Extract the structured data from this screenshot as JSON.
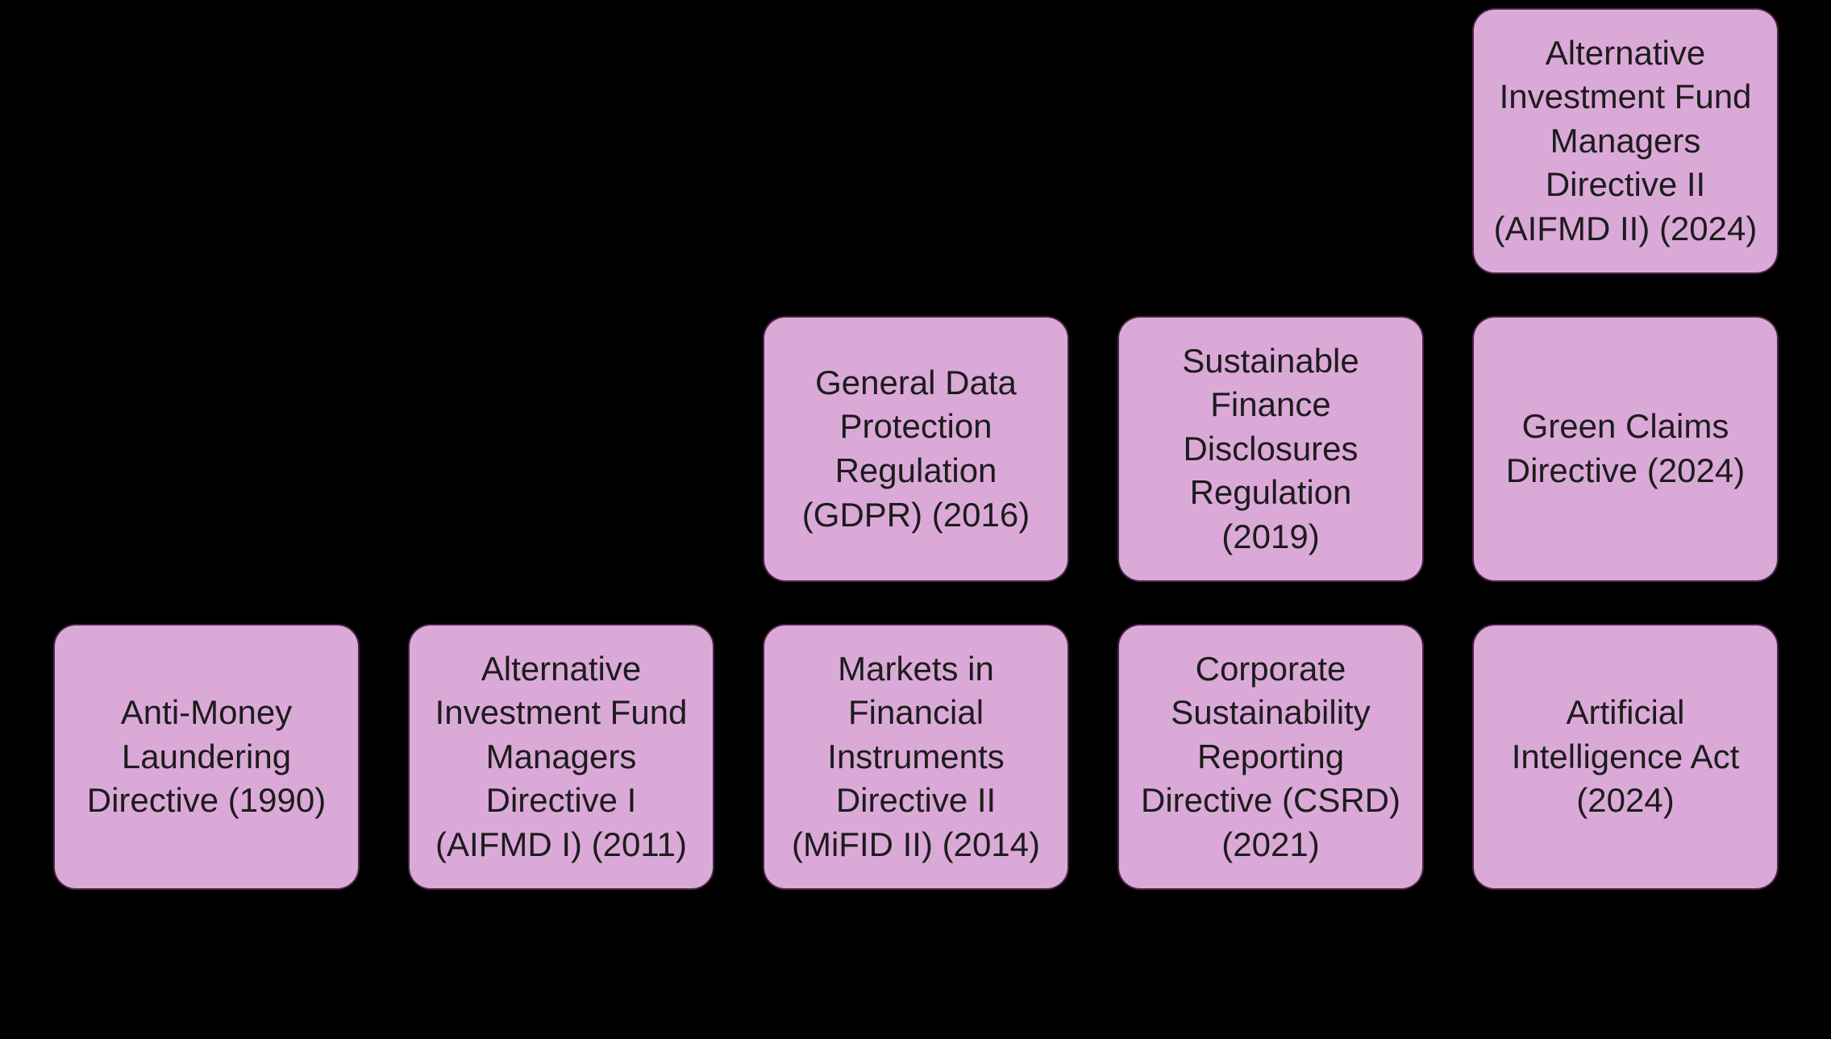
{
  "diagram": {
    "type": "timeline-boxes",
    "background_color": "#000000",
    "node_fill_color": "#DBA9D8",
    "node_text_color": "#1C1C1C",
    "nodes": {
      "aifmd_ii": {
        "label": "Alternative\nInvestment Fund\nManagers\nDirective II\n(AIFMD II) (2024)",
        "year": "2024"
      },
      "gdpr": {
        "label": "General Data\nProtection\nRegulation\n(GDPR) (2016)",
        "year": "2016"
      },
      "sfdr": {
        "label": "Sustainable\nFinance\nDisclosures\nRegulation\n(2019)",
        "year": "2019"
      },
      "green_claims": {
        "label": "Green Claims\nDirective (2024)",
        "year": "2024"
      },
      "aml": {
        "label": "Anti-Money\nLaundering\nDirective (1990)",
        "year": "1990"
      },
      "aifmd_i": {
        "label": "Alternative\nInvestment Fund\nManagers\nDirective I\n(AIFMD I) (2011)",
        "year": "2011"
      },
      "mifid_ii": {
        "label": "Markets in\nFinancial\nInstruments\nDirective II\n(MiFID II) (2014)",
        "year": "2014"
      },
      "csrd": {
        "label": "Corporate\nSustainability\nReporting\nDirective (CSRD)\n(2021)",
        "year": "2021"
      },
      "ai_act": {
        "label": "Artificial\nIntelligence Act\n(2024)",
        "year": "2024"
      }
    }
  }
}
